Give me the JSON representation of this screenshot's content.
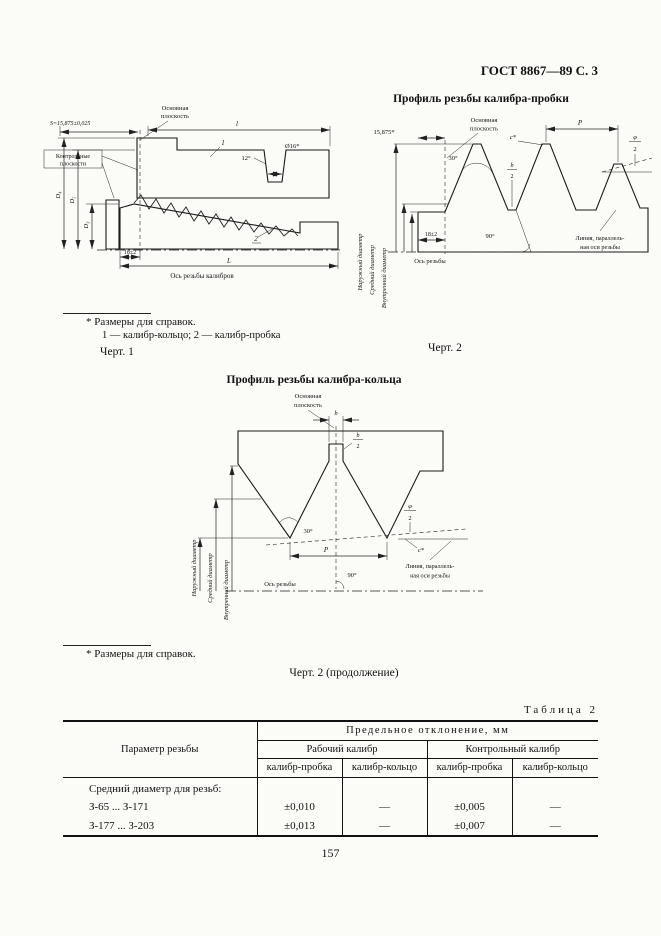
{
  "header": {
    "doc_ref": "ГОСТ 8867—89 С. 3"
  },
  "fig1": {
    "caption": "Черт. 1",
    "footnote_star": "* Размеры для справок.",
    "footnote_items": "1 — калибр-кольцо; 2 — калибр-пробка",
    "labels": {
      "base_plane_line1": "Основная",
      "base_plane_line2": "плоскость",
      "s_dim": "S=15,875±0,025",
      "control_planes_line1": "Контрольные",
      "control_planes_line2": "плоскости",
      "dim_l_small": "l",
      "dim_l_big": "L",
      "angle_12": "12°",
      "dia_16": "Ø16*",
      "d4": "D₄",
      "d5": "D₅",
      "d3": "D₃",
      "dim_18": "18±2",
      "axis": "Ось резьбы калибров",
      "item_1": "1",
      "item_2": "2"
    }
  },
  "fig2": {
    "title": "Профиль резьбы калибра-пробки",
    "caption": "Черт. 2",
    "labels": {
      "dim_15875": "15,875*",
      "base_plane_line1": "Основная",
      "base_plane_line2": "плоскость",
      "angle_30": "30°",
      "c_star": "c*",
      "dim_p": "P",
      "phi_num": "φ",
      "phi_den": "2",
      "b_num": "b",
      "b_den": "2",
      "dim_18": "18±2",
      "angle_90": "90°",
      "axis": "Ось резьбы",
      "parallel_line1": "Линия, параллель-",
      "parallel_line2": "ная оси резьбы",
      "outer_dia": "Наружный диаметр",
      "middle_dia": "Средний диаметр",
      "inner_dia": "Внутренний диаметр"
    }
  },
  "fig3": {
    "title": "Профиль резьбы калибра-кольца",
    "caption": "Черт. 2 (продолжение)",
    "footnote_star": "* Размеры для справок.",
    "labels": {
      "base_plane_line1": "Основная",
      "base_plane_line2": "плоскость",
      "dim_b": "b",
      "b2_num": "b",
      "b2_den": "2",
      "angle_30": "30°",
      "dim_p": "P",
      "phi_num": "φ",
      "phi_den": "2",
      "c_star": "c*",
      "angle_90": "90°",
      "axis": "Ось резьбы",
      "parallel_line1": "Линия, параллель-",
      "parallel_line2": "ная оси резьбы",
      "outer_dia": "Наружный диаметр",
      "middle_dia": "Средний диаметр",
      "inner_dia": "Внутренний диаметр"
    }
  },
  "table": {
    "title": "Таблица 2",
    "headers": {
      "param": "Параметр резьбы",
      "deviation": "Предельное отклонение, мм",
      "working": "Рабочий калибр",
      "control": "Контрольный калибр",
      "working_plug": "калибр-пробка",
      "working_ring": "калибр-кольцо",
      "control_plug": "калибр-пробка",
      "control_ring": "калибр-кольцо"
    },
    "rows": [
      {
        "param": "Средний диаметр для резьб:",
        "working_plug": "",
        "working_ring": "",
        "control_plug": "",
        "control_ring": ""
      },
      {
        "param": "З-65 ... З-171",
        "working_plug": "±0,010",
        "working_ring": "—",
        "control_plug": "±0,005",
        "control_ring": "—"
      },
      {
        "param": "З-177 ... З-203",
        "working_plug": "±0,013",
        "working_ring": "—",
        "control_plug": "±0,007",
        "control_ring": "—"
      }
    ]
  },
  "page_number": "157"
}
